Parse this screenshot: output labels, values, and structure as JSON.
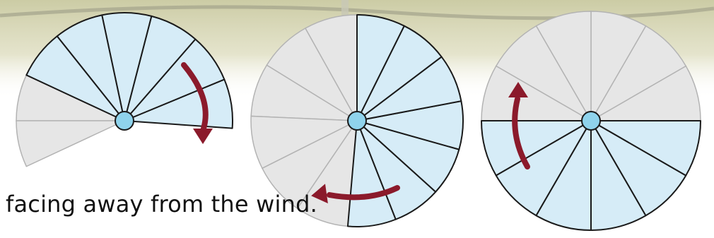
{
  "caption": "facing away from the wind.",
  "colors": {
    "blade_fill": "#d6ecf7",
    "hidden_blade_fill": "#e6e6e6",
    "hidden_blade_stroke": "#b3b3b3",
    "blade_stroke": "#1a1a1a",
    "hub_fill": "#8fd3ec",
    "arrow": "#8b1a2b"
  },
  "icons": {
    "rotation_arrow_1": "clockwise-down-arrow",
    "rotation_arrow_2": "left-curved-arrow",
    "rotation_arrow_3": "up-curved-arrow"
  }
}
